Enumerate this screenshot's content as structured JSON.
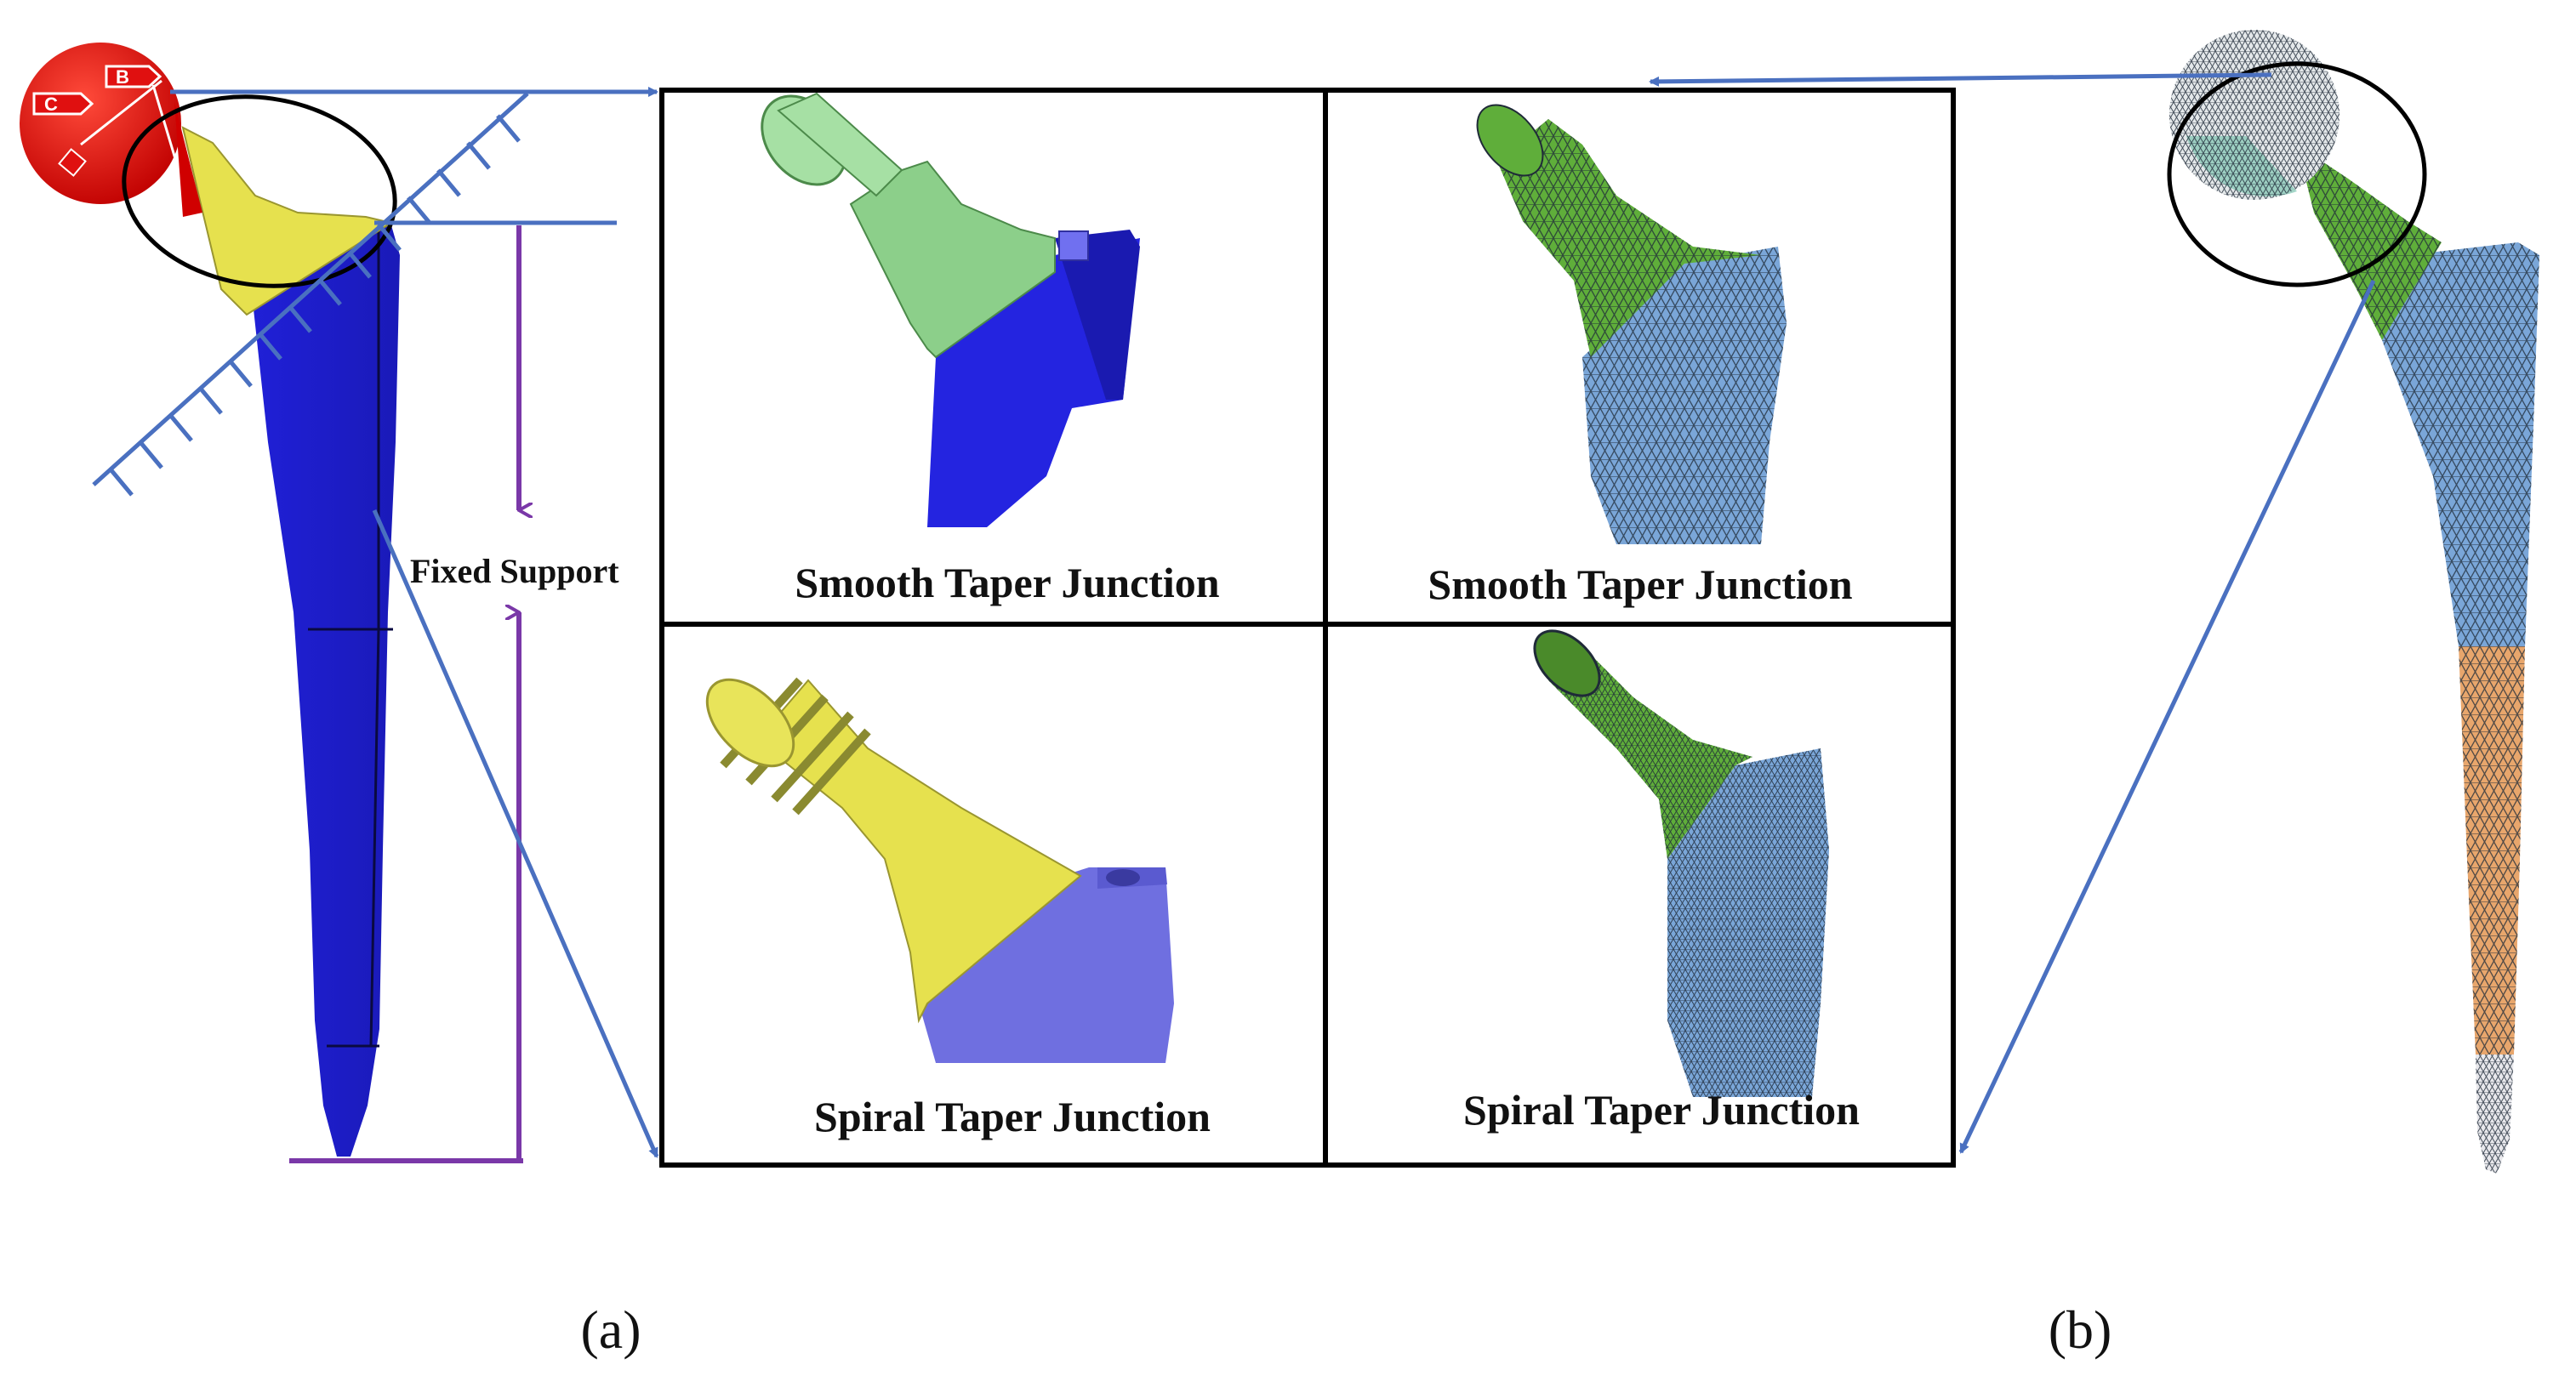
{
  "figure": {
    "support_label": "Fixed Support",
    "cad_markers": [
      "C",
      "B"
    ],
    "panels": [
      {
        "caption": "Smooth Taper Junction"
      },
      {
        "caption": "Smooth Taper Junction"
      },
      {
        "caption": "Spiral Taper Junction"
      },
      {
        "caption": "Spiral Taper Junction"
      }
    ],
    "subfigure_labels": [
      "(a)",
      "(b)"
    ]
  },
  "colors": {
    "stem_blue": "#2424e0",
    "neck_yellow": "#e6e14e",
    "neck_green": "#8ccf8a",
    "mesh_green": "#5fae3a",
    "mesh_blue": "#7aa6d8",
    "mesh_orange": "#e8a66c",
    "arrow_blue": "#4a70c0",
    "support_purple": "#7a38a8",
    "head_red": "#e01010"
  }
}
